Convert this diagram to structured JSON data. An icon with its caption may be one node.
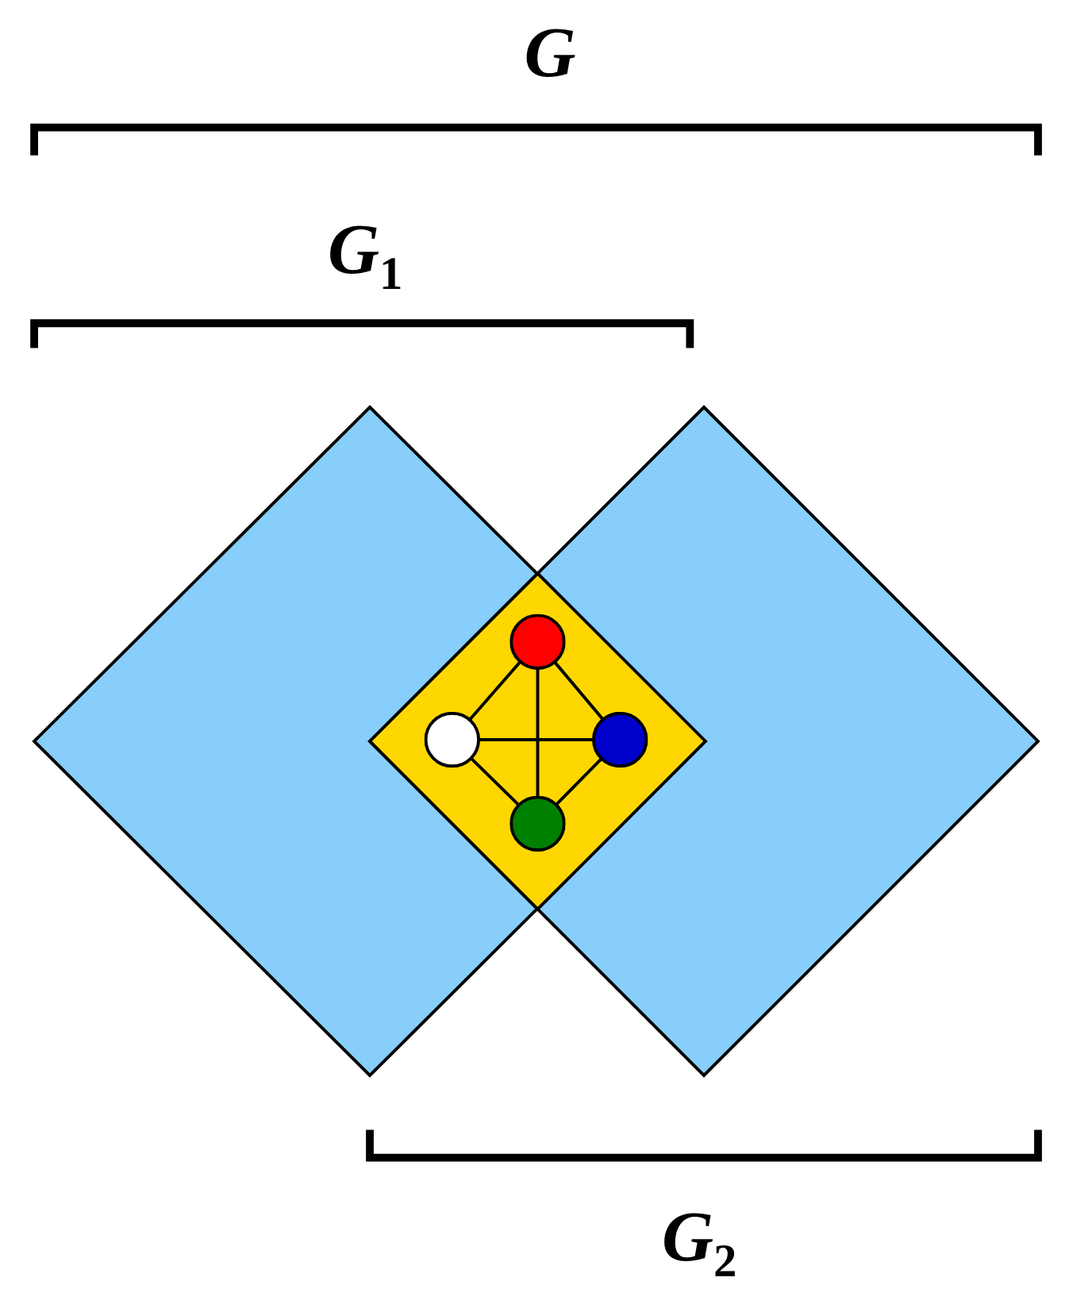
{
  "diagram": {
    "nodes": [
      {
        "text": [],
        "shape": "circle"
      },
      {
        "text": [],
        "shape": "circle"
      },
      {
        "text": [],
        "shape": "circle"
      },
      {
        "text": [],
        "shape": "circle"
      }
    ],
    "edges": [
      {
        "from": 0,
        "to": 1,
        "arrow": "none"
      },
      {
        "from": 0,
        "to": 2,
        "arrow": "none"
      },
      {
        "from": 0,
        "to": 3,
        "arrow": "none"
      },
      {
        "from": 1,
        "to": 2,
        "arrow": "none"
      },
      {
        "from": 1,
        "to": 3,
        "arrow": "none"
      },
      {
        "from": 2,
        "to": 3,
        "arrow": "none"
      }
    ],
    "labels": [
      "G",
      "G$_{1}$",
      "G$_{2}$"
    ]
  }
}
